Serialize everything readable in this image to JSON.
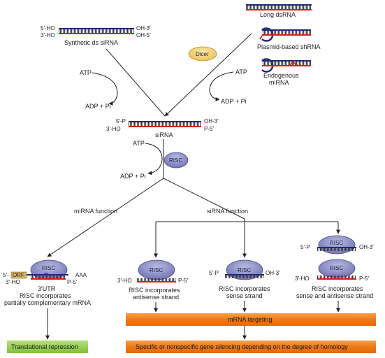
{
  "labels": {
    "long_dsrna": "Long dsRNA",
    "synthetic_ds_sirna": "Synthetic ds siRNA",
    "plasmid_shrna": "Plasmid-based shRNA",
    "endogenous_mirna_1": "Endogenous",
    "endogenous_mirna_2": "miRNA",
    "dicer": "Dicer",
    "atp_left": "ATP",
    "adp_left": "ADP + Pi",
    "atp_right": "ATP",
    "adp_right": "ADP + Pi",
    "sirna": "siRNA",
    "atp_risc": "ATP",
    "adp_risc": "ADP + Pi",
    "risc_center": "RISC",
    "mirna_function": "miRNA function",
    "sirna_function": "siRNA function",
    "utr_3": "3′UTR",
    "mirna_desc_1": "RISC incorporates",
    "mirna_desc_2": "partially complementary mRNA",
    "antisense_desc_1": "RISC incorporates",
    "antisense_desc_2": "antisense strand",
    "sense_desc_1": "RISC incorporates",
    "sense_desc_2": "sense strand",
    "both_desc_1": "RISC incorporates",
    "both_desc_2": "sense and antisense strand",
    "orf": "ORF",
    "aaa": "AAA",
    "risc": "RISC"
  },
  "ends": {
    "syn_5ho": "5′-HO",
    "syn_oh3": "OH-3′",
    "syn_3ho": "3′-HO",
    "syn_oh5": "OH-5′",
    "sirna_5p": "5′-P",
    "sirna_oh3": "OH-3′",
    "sirna_3ho": "3′-HO",
    "sirna_p5": "P-5′",
    "mir_5": "5′-",
    "mir_3ho": "3′-HO",
    "mir_p5": "P-5′",
    "as_3ho": "3′-HO",
    "as_p5": "P-5′",
    "s_5p": "5′-P",
    "s_oh3": "OH-3′",
    "both_5p": "5′-P",
    "both_oh3": "OH-3′",
    "both_3ho": "3′-HO",
    "both_p5": "P-5′"
  },
  "bars": {
    "mrna_targeting": "mRNA targeting",
    "gene_silencing": "Specific or nonspecific gene silencing depending on the degree of homology",
    "translational_repression": "Translational repression"
  },
  "colors": {
    "blue_strand": "#1f2a7a",
    "red_strand": "#d42020",
    "orange_bar": "#f07a18",
    "green_bar": "#8cc63f",
    "dicer_fill": "#f3d27a",
    "risc_fill": "#8d8fc4"
  }
}
